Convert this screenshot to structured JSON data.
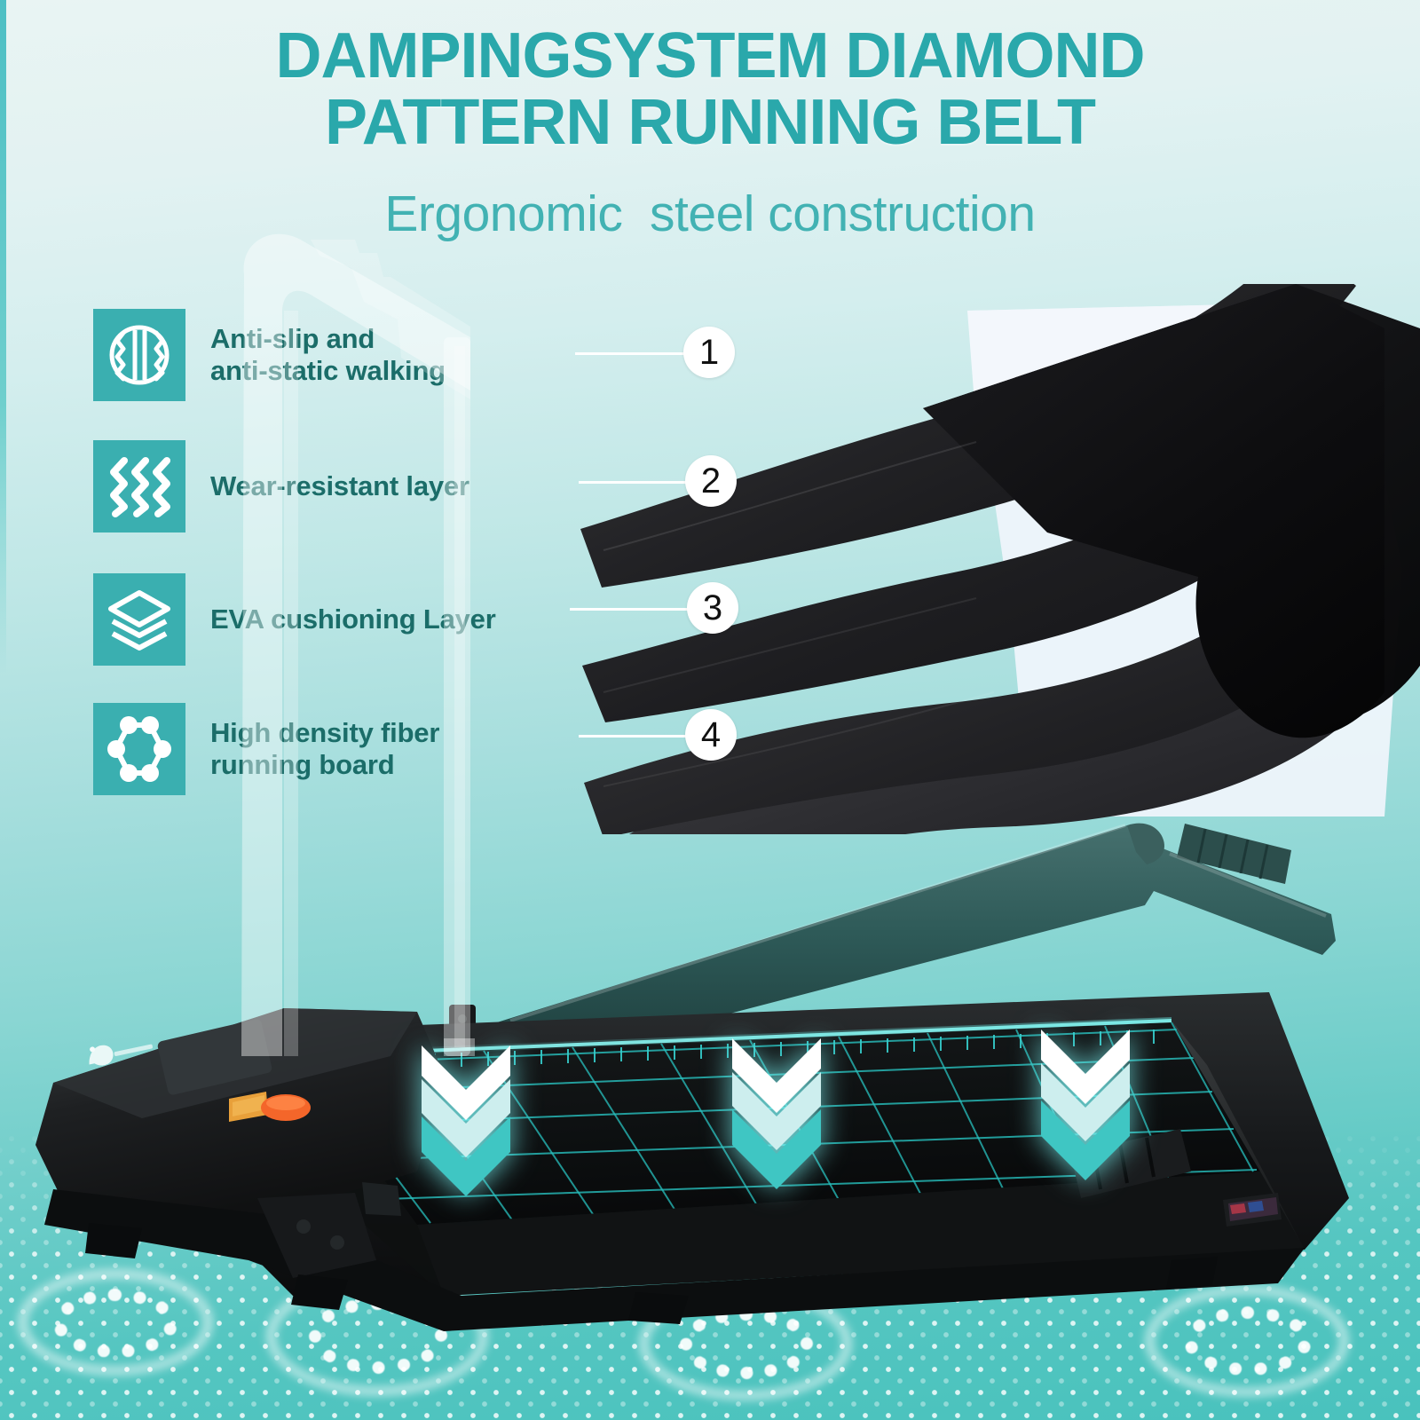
{
  "page": {
    "title_line1": "DAMPINGSYSTEM DIAMOND",
    "title_line2": "PATTERN RUNNING BELT",
    "title": "DAMPINGSYSTEM DIAMOND\nPATTERN RUNNING BELT",
    "subtitle": "Ergonomic  steel construction"
  },
  "colors": {
    "title_teal": "#2aa8ab",
    "subtitle_teal": "#42b2b3",
    "label_dark_teal": "#1b6d69",
    "icon_box_teal": "#3aafb0",
    "background_top": "#e9f4f3",
    "background_bottom": "#49c2bd",
    "belt_grid_cyan": "#2ee0de",
    "chevron_white": "#ffffff",
    "chevron_light": "#cdeeee",
    "chevron_teal": "#3fc6c3",
    "callout_circle_fill": "#ffffff",
    "callout_number": "#111111",
    "accent_orange": "#f4662a",
    "handlebar_dark_teal": "#2e5a58"
  },
  "features": [
    {
      "icon": "anti-slip-texture-icon",
      "label": "Anti-slip and\nanti-static walking"
    },
    {
      "icon": "zigzag-wear-icon",
      "label": "Wear-resistant layer"
    },
    {
      "icon": "stacked-layers-icon",
      "label": "EVA cushioning Layer"
    },
    {
      "icon": "molecular-hexagon-icon",
      "label": "High density fiber\nrunning board"
    }
  ],
  "callouts": [
    {
      "number": "1",
      "layer": "Anti-slip and anti-static walking"
    },
    {
      "number": "2",
      "layer": "Wear-resistant layer"
    },
    {
      "number": "3",
      "layer": "EVA cushioning Layer"
    },
    {
      "number": "4",
      "layer": "High density fiber running board"
    }
  ],
  "product": {
    "type": "folding walking-pad treadmill",
    "damping_arrows_count": "3"
  }
}
